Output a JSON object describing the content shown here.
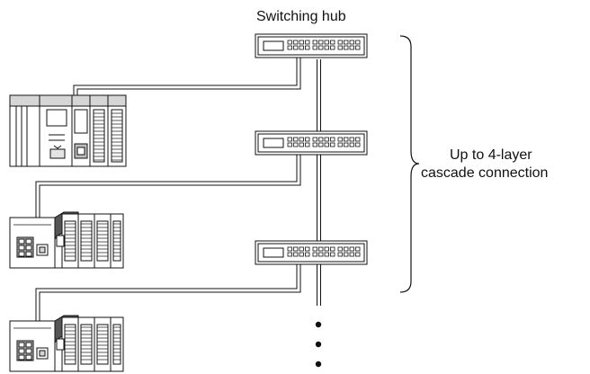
{
  "labels": {
    "hub_title": "Switching hub",
    "cascade_line1": "Up to 4-layer",
    "cascade_line2": "cascade connection"
  },
  "hubs": [
    {
      "name": "switching-hub-1"
    },
    {
      "name": "switching-hub-2"
    },
    {
      "name": "switching-hub-3"
    }
  ],
  "devices": [
    {
      "name": "plc-rack"
    },
    {
      "name": "compact-plc-1"
    },
    {
      "name": "compact-plc-2"
    }
  ],
  "colors": {
    "line": "#111111",
    "fill": "#ffffff",
    "shade": "#cccccc",
    "dark": "#555555"
  }
}
